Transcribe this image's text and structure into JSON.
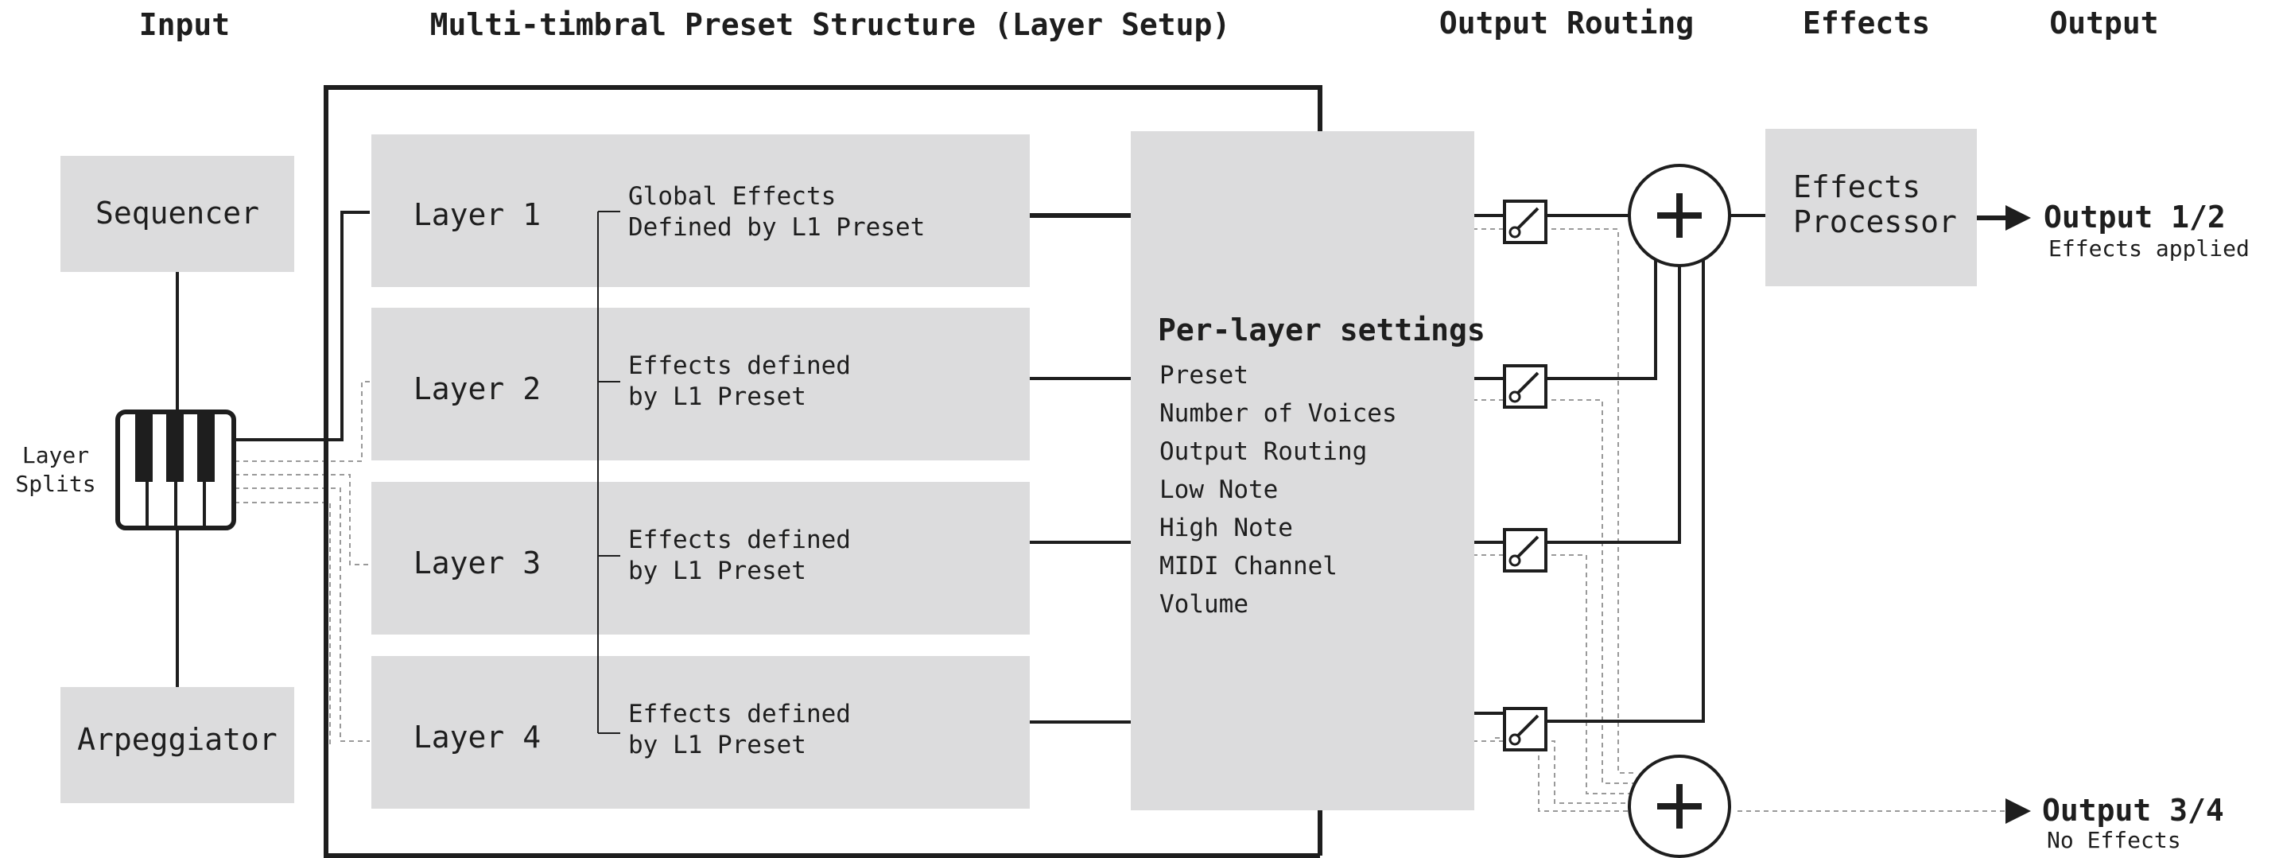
{
  "headers": {
    "input": "Input",
    "structure": "Multi-timbral Preset Structure (Layer Setup)",
    "output_routing": "Output Routing",
    "effects": "Effects",
    "output": "Output"
  },
  "inputs": {
    "sequencer": "Sequencer",
    "arpeggiator": "Arpeggiator",
    "layer_splits_line1": "Layer",
    "layer_splits_line2": "Splits"
  },
  "layers": [
    {
      "name": "Layer 1",
      "note_line1": "Global Effects",
      "note_line2": "Defined by L1 Preset"
    },
    {
      "name": "Layer 2",
      "note_line1": "Effects defined",
      "note_line2": "by L1 Preset"
    },
    {
      "name": "Layer 3",
      "note_line1": "Effects defined",
      "note_line2": "by L1 Preset"
    },
    {
      "name": "Layer 4",
      "note_line1": "Effects defined",
      "note_line2": "by L1 Preset"
    }
  ],
  "settings": {
    "title": "Per-layer settings",
    "items": [
      "Preset",
      "Number of Voices",
      "Output Routing",
      "Low Note",
      "High Note",
      "MIDI Channel",
      "Volume"
    ]
  },
  "effects_processor": {
    "line1": "Effects",
    "line2": "Processor"
  },
  "outputs": {
    "out12": "Output 1/2",
    "out12_sub": "Effects applied",
    "out34": "Output 3/4",
    "out34_sub": "No Effects"
  },
  "icons": {
    "keyboard": "piano-keyboard-icon",
    "switch": "routing-switch-icon",
    "mixer": "plus-mixer-icon",
    "arrow": "arrowhead-icon"
  },
  "colors": {
    "box_fill": "#dcdcdd",
    "line": "#1e1e1e",
    "dashed": "#9a9a9a"
  }
}
